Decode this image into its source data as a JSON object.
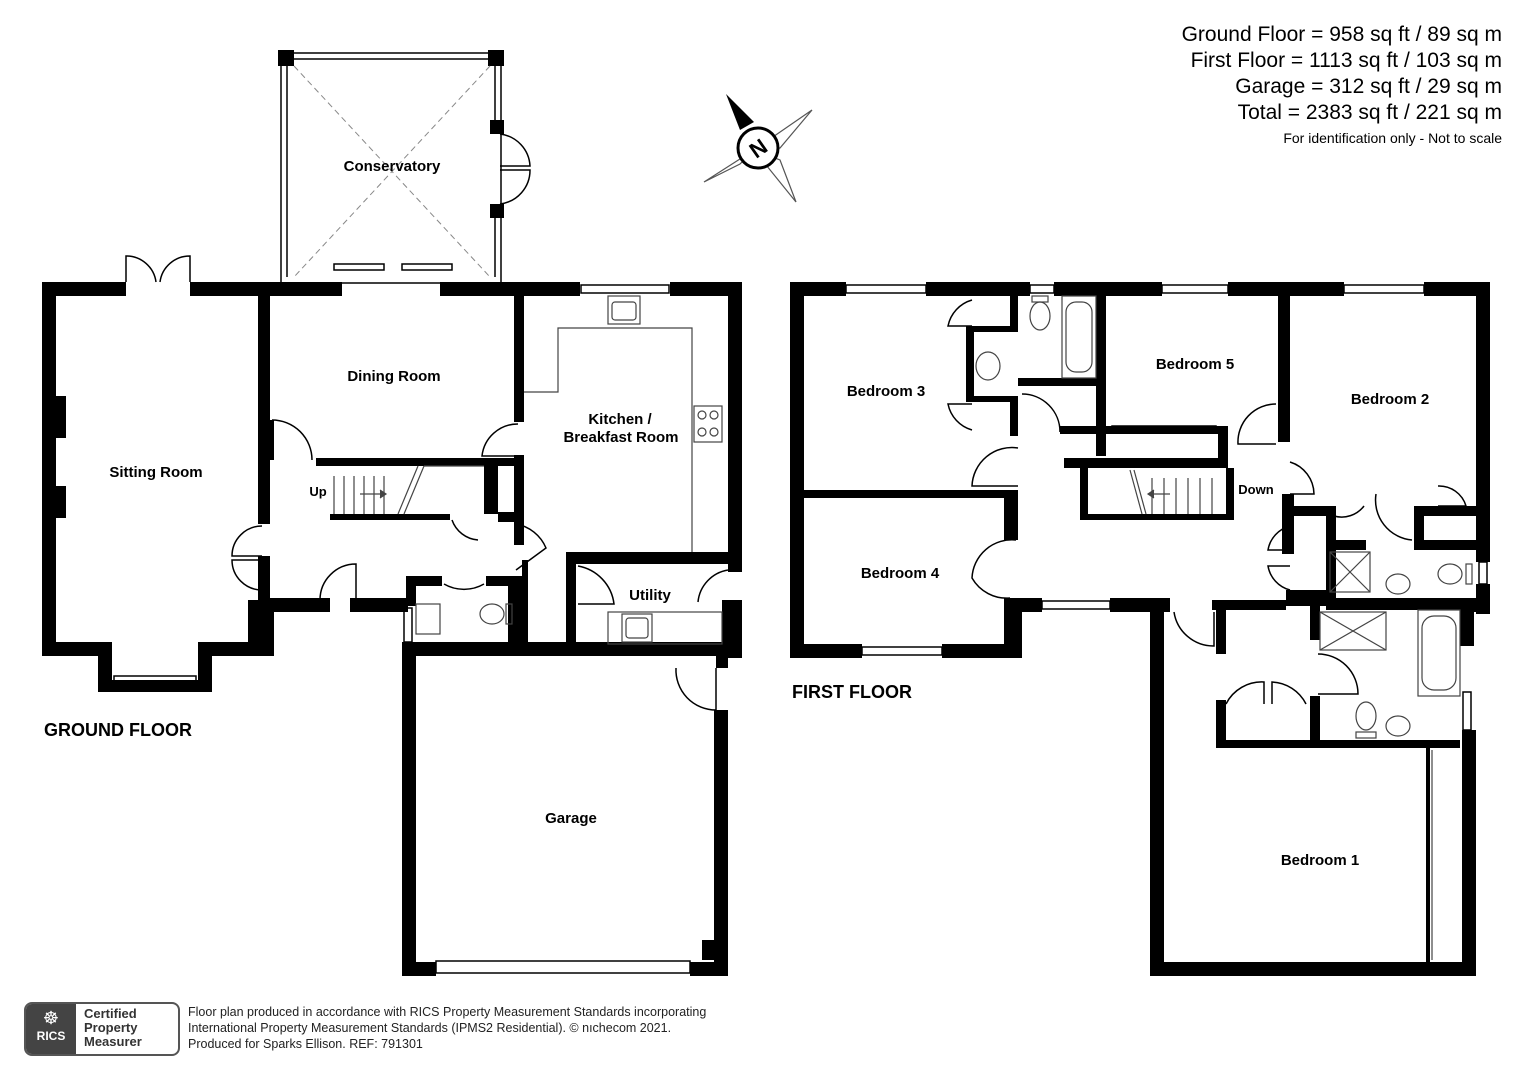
{
  "areas": {
    "ground_floor": "Ground Floor = 958 sq ft / 89 sq m",
    "first_floor": "First Floor = 1113 sq ft / 103 sq m",
    "garage": "Garage = 312 sq ft / 29 sq m",
    "total": "Total = 2383 sq ft / 221 sq m",
    "note": "For identification only - Not to scale"
  },
  "compass": {
    "label": "N"
  },
  "ground_floor": {
    "title": "GROUND FLOOR",
    "rooms": {
      "conservatory": "Conservatory",
      "sitting_room": "Sitting Room",
      "dining_room": "Dining Room",
      "kitchen_line1": "Kitchen /",
      "kitchen_line2": "Breakfast Room",
      "utility": "Utility",
      "garage": "Garage",
      "stairs_up": "Up"
    }
  },
  "first_floor": {
    "title": "FIRST FLOOR",
    "rooms": {
      "bedroom_1": "Bedroom 1",
      "bedroom_2": "Bedroom 2",
      "bedroom_3": "Bedroom 3",
      "bedroom_4": "Bedroom 4",
      "bedroom_5": "Bedroom 5",
      "stairs_down": "Down"
    }
  },
  "footer": {
    "badge_mark": "☸",
    "badge_short": "RICS",
    "badge_line1": "Certified",
    "badge_line2": "Property",
    "badge_line3": "Measurer",
    "line1": "Floor plan produced in accordance with RICS Property Measurement Standards incorporating",
    "line2": "International Property Measurement Standards (IPMS2 Residential).   © nıchecom 2021.",
    "line3": "Produced for Sparks Ellison.    REF:  791301"
  },
  "colors": {
    "wall": "#000000",
    "window": "#ffffff",
    "fixture_line": "#444444",
    "badge_dark": "#444444"
  }
}
